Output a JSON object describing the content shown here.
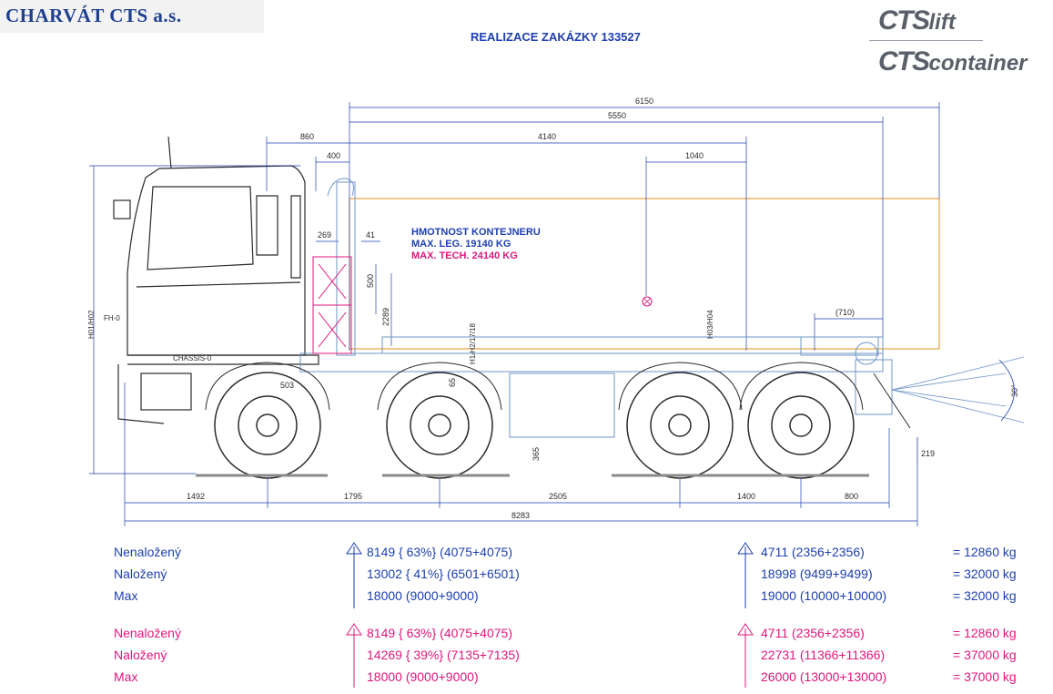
{
  "header": {
    "company": "CHARVÁT CTS a.s.",
    "order_title": "REALIZACE ZAKÁZKY 133527",
    "logo_lift": {
      "strong": "CTS",
      "thin": "lift"
    },
    "logo_container": {
      "strong": "CTS",
      "thin": "container"
    }
  },
  "colors": {
    "standard": "#1d3fb0",
    "technical": "#e0177c",
    "container_outline": "#e8a040",
    "drawing": "#6f96c8"
  },
  "dimensions": {
    "d6150": "6150",
    "d5550": "5550",
    "d860": "860",
    "d4140": "4140",
    "d400": "400",
    "d1040": "1040",
    "d269": "269",
    "d41": "41",
    "d500": "500",
    "d2289": "2289",
    "d710": "(710)",
    "d503": "503",
    "d65": "65",
    "d365": "365",
    "d1492": "1492",
    "d1795": "1795",
    "d2505": "2505",
    "d1400": "1400",
    "d800": "800",
    "d8283": "8283",
    "d219": "219",
    "angle": "30°",
    "h01h02": "H01/H02",
    "h03h04": "H03/H04",
    "fh0": "FH-0",
    "chassis0": "CHASSIS-0",
    "axle_mark": "H1/H2/17/18"
  },
  "container_mass": {
    "heading": "HMOTNOST KONTEJNERU",
    "legal": "MAX. LEG. 19140 KG",
    "technical": "MAX. TECH. 24140 KG"
  },
  "load_table": {
    "legal": [
      {
        "label": "Nenaložený",
        "front": "8149 { 63%} (4075+4075)",
        "rear": "4711 (2356+2356)",
        "total": "=  12860 kg"
      },
      {
        "label": "Naložený",
        "front": "13002 { 41%} (6501+6501)",
        "rear": "18998 (9499+9499)",
        "total": "=  32000 kg"
      },
      {
        "label": "Max",
        "front": "18000 (9000+9000)",
        "rear": "19000 (10000+10000)",
        "total": "=  32000 kg"
      }
    ],
    "technical": [
      {
        "label": "Nenaložený",
        "front": "8149 { 63%} (4075+4075)",
        "rear": "4711 (2356+2356)",
        "total": "=  12860 kg"
      },
      {
        "label": "Naložený",
        "front": "14269 { 39%} (7135+7135)",
        "rear": "22731 (11366+11366)",
        "total": "=  37000 kg"
      },
      {
        "label": "Max",
        "front": "18000 (9000+9000)",
        "rear": "26000 (13000+13000)",
        "total": "=  37000 kg"
      }
    ]
  }
}
